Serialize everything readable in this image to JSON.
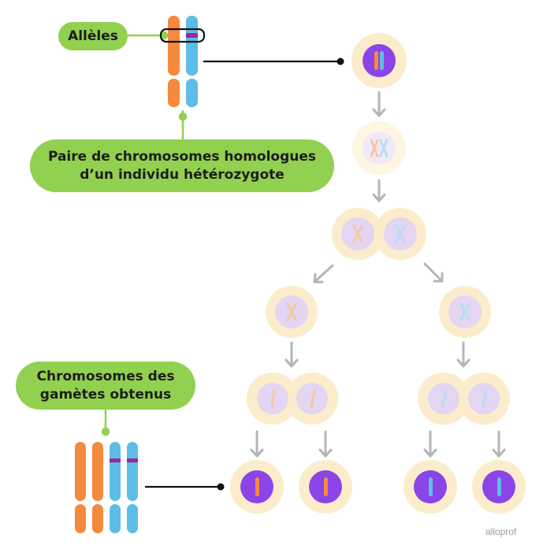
{
  "labels": {
    "alleles": "Allèles",
    "pair_line1": "Paire de chromosomes homologues",
    "pair_line2": "d’un individu hétérozygote",
    "gametes_line1": "Chromosomes des",
    "gametes_line2": "gamètes obtenus"
  },
  "watermark": "alloprof",
  "colors": {
    "label_green": "#92d050",
    "chromosome_orange": "#f58a3c",
    "chromosome_blue": "#5ebde6",
    "allele_marker": "#a0249b",
    "cell_outer": "#fbeccb",
    "cell_inner_faded": "#e4d5f2",
    "nucleus_active": "#8b44e8",
    "arrow_gray": "#b5b5b5"
  }
}
